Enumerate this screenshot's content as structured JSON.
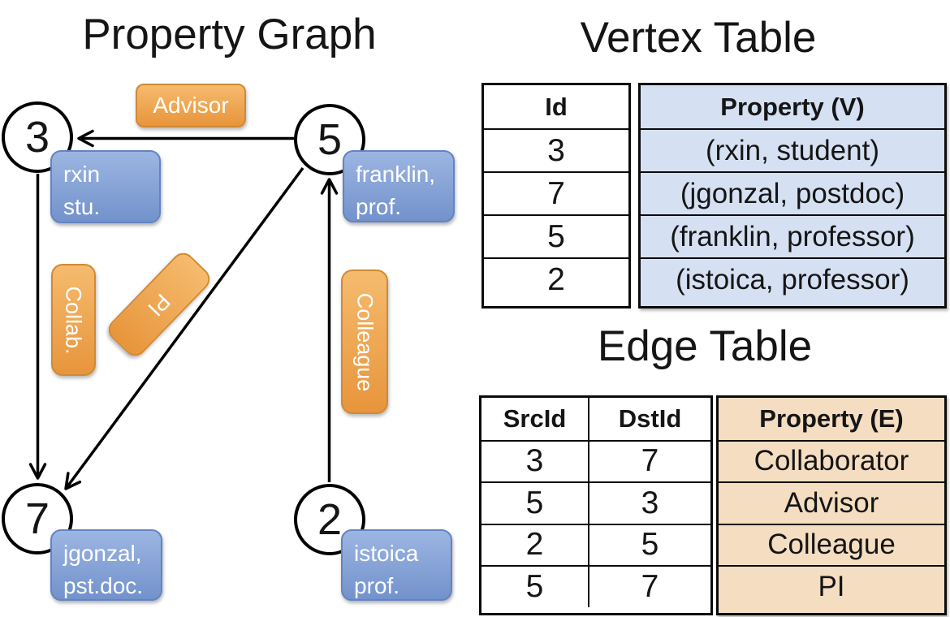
{
  "titles": {
    "graph": "Property Graph",
    "vertex_table": "Vertex Table",
    "edge_table": "Edge Table"
  },
  "colors": {
    "orange_top": "#F5BB6E",
    "orange_bottom": "#E8953C",
    "orange_border": "#D6essential",
    "orange_border_fix": "#D08A33",
    "blue_top": "#9CB6E2",
    "blue_bottom": "#7392CC",
    "blue_border": "#6284C1",
    "vertex_cell_bg": "#D6E0F3",
    "edge_cell_bg": "#F5DDC1",
    "line_color": "#000000"
  },
  "graph": {
    "nodes": {
      "n3": {
        "id": "3",
        "line1": "rxin",
        "line2": "stu."
      },
      "n5": {
        "id": "5",
        "line1": "franklin,",
        "line2": "prof."
      },
      "n7": {
        "id": "7",
        "line1": "jgonzal,",
        "line2": "pst.doc."
      },
      "n2": {
        "id": "2",
        "line1": "istoica",
        "line2": "prof."
      }
    },
    "edge_labels": {
      "advisor": "Advisor",
      "collab": "Collab.",
      "pi": "PI",
      "colleague": "Colleague"
    }
  },
  "vertex_table": {
    "col_id": "Id",
    "col_property": "Property (V)",
    "rows": [
      {
        "id": "3",
        "property": "(rxin, student)"
      },
      {
        "id": "7",
        "property": "(jgonzal, postdoc)"
      },
      {
        "id": "5",
        "property": "(franklin, professor)"
      },
      {
        "id": "2",
        "property": "(istoica, professor)"
      }
    ]
  },
  "edge_table": {
    "col_src": "SrcId",
    "col_dst": "DstId",
    "col_property": "Property (E)",
    "rows": [
      {
        "src": "3",
        "dst": "7",
        "property": "Collaborator"
      },
      {
        "src": "5",
        "dst": "3",
        "property": "Advisor"
      },
      {
        "src": "2",
        "dst": "5",
        "property": "Colleague"
      },
      {
        "src": "5",
        "dst": "7",
        "property": "PI"
      }
    ]
  }
}
